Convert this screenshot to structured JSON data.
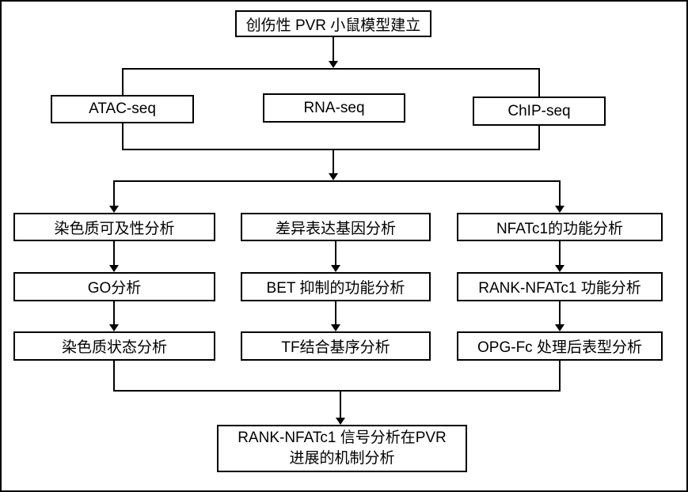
{
  "diagram": {
    "root": "创伤性 PVR 小鼠模型建立",
    "sequencing": {
      "atac": "ATAC-seq",
      "rna": "RNA-seq",
      "chip": "ChIP-seq"
    },
    "columns": {
      "left": {
        "step1": "染色质可及性分析",
        "step2": "GO分析",
        "step3": "染色质状态分析"
      },
      "middle": {
        "step1": "差异表达基因分析",
        "step2": "BET 抑制的功能分析",
        "step3": "TF结合基序分析"
      },
      "right": {
        "step1": "NFATc1的功能分析",
        "step2": "RANK-NFATc1 功能分析",
        "step3": "OPG-Fc 处理后表型分析"
      }
    },
    "final": {
      "line1": "RANK-NFATc1 信号分析在PVR",
      "line2": "进展的机制分析"
    },
    "colors": {
      "line": "#000000",
      "box_fill": "#ffffff",
      "background": "#ffffff",
      "text": "#000000"
    }
  }
}
